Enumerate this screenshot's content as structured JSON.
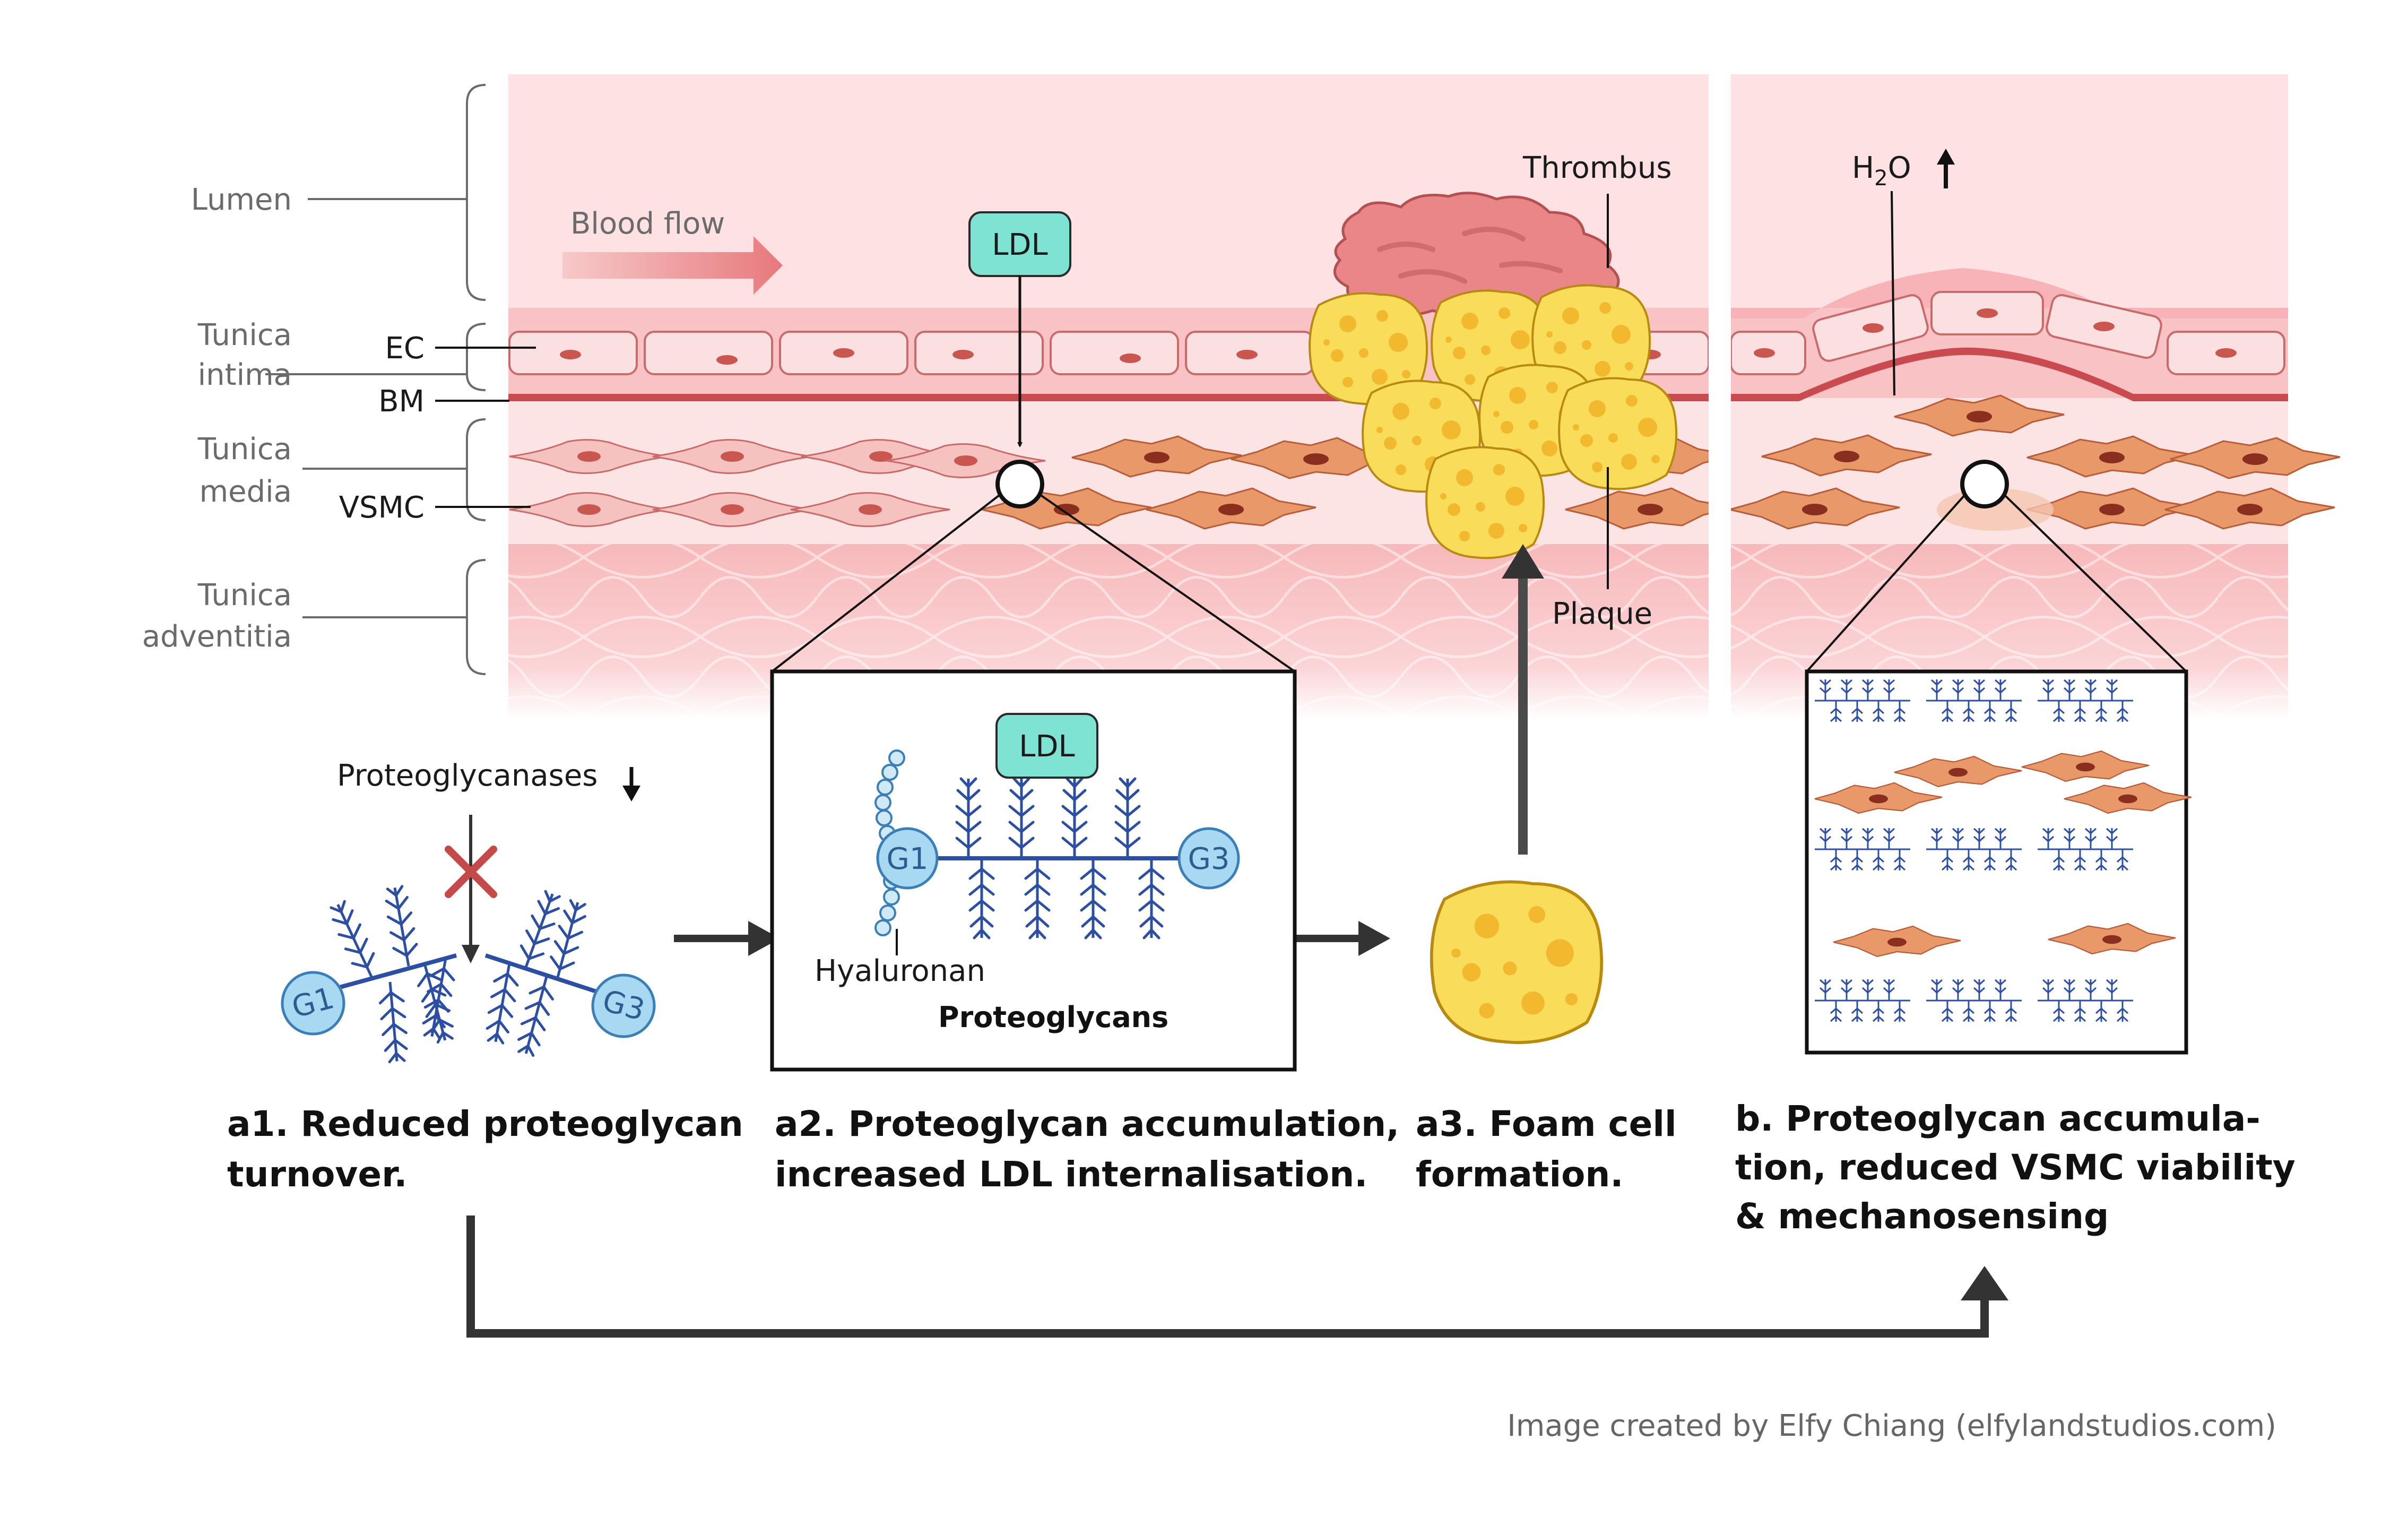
{
  "layers": {
    "lumen": "Lumen",
    "tunica_intima": [
      "Tunica",
      "intima"
    ],
    "tunica_media": [
      "Tunica",
      "media"
    ],
    "tunica_adventitia": [
      "Tunica",
      "adventitia"
    ]
  },
  "cell_labels": {
    "ec": "EC",
    "bm": "BM",
    "vsmc": "VSMC"
  },
  "vessel": {
    "blood_flow": "Blood flow",
    "ldl": "LDL",
    "thrombus": "Thrombus",
    "plaque": "Plaque",
    "water": "H",
    "water_sub": "2",
    "water_o": "O"
  },
  "panel_a1": {
    "enzyme": "Proteoglycanases",
    "g1": "G1",
    "g3": "G3",
    "caption_line1": "a1. Reduced proteoglycan",
    "caption_line2": "turnover."
  },
  "panel_a2": {
    "ldl": "LDL",
    "g1": "G1",
    "g3": "G3",
    "hyaluronan": "Hyaluronan",
    "proteoglycans": "Proteoglycans",
    "caption_line1": "a2. Proteoglycan accumulation,",
    "caption_line2": "increased LDL internalisation."
  },
  "panel_a3": {
    "caption_line1": "a3. Foam cell",
    "caption_line2": "formation."
  },
  "panel_b": {
    "caption_line1": "b. Proteoglycan accumula-",
    "caption_line2": "tion, reduced VSMC viability",
    "caption_line3": "& mechanosensing"
  },
  "credit": "Image created by Elfy Chiang (elfylandstudios.com)",
  "colors": {
    "lumen": "#fde1e3",
    "intima": "#f9c3c6",
    "bm": "#c94a4f",
    "vsmc_pink": "#f6c2bf",
    "vsmc_orange": "#e9986a",
    "foam": "#f8dc5a",
    "ldl_box": "#7fe3d3",
    "proteoglycan": "#2d4fa3",
    "globule": "#a9d8f2",
    "thrombus": "#e98688",
    "arrow": "#333333"
  }
}
